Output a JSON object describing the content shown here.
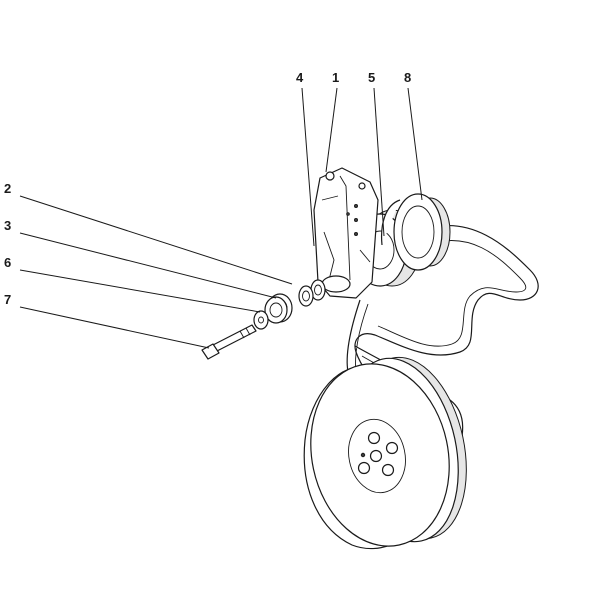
{
  "callouts": [
    {
      "id": "4",
      "label": "4"
    },
    {
      "id": "1",
      "label": "1"
    },
    {
      "id": "5",
      "label": "5"
    },
    {
      "id": "8",
      "label": "8"
    },
    {
      "id": "2",
      "label": "2"
    },
    {
      "id": "3",
      "label": "3"
    },
    {
      "id": "6",
      "label": "6"
    },
    {
      "id": "7",
      "label": "7"
    }
  ],
  "colors": {
    "line": "#1a1a1a",
    "background": "#ffffff"
  }
}
